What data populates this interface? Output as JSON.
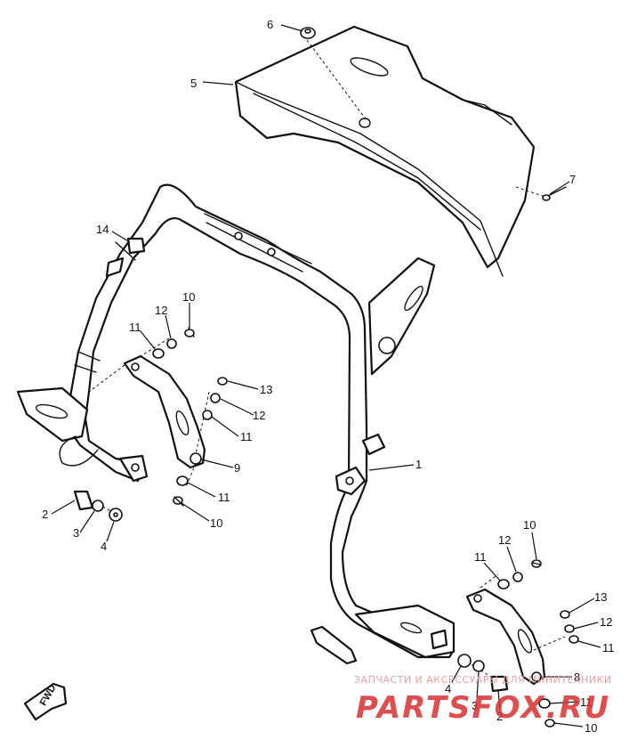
{
  "callouts": {
    "c1": "1",
    "c2a": "2",
    "c2b": "2",
    "c3a": "3",
    "c3b": "3",
    "c4a": "4",
    "c4b": "4",
    "c5": "5",
    "c6": "6",
    "c7": "7",
    "c8": "8",
    "c9": "9",
    "c10a": "10",
    "c10b": "10",
    "c10c": "10",
    "c10d": "10",
    "c11a": "11",
    "c11b": "11",
    "c11c": "11",
    "c11d": "11",
    "c11e": "11",
    "c11f": "11",
    "c12a": "12",
    "c12b": "12",
    "c12c": "12",
    "c12d": "12",
    "c13a": "13",
    "c13b": "13",
    "c14": "14"
  },
  "fwd_label": "FWD",
  "watermark": {
    "tagline": "ЗАПЧАСТИ И АКСЕССУАРЫ ДЛЯ МИНИТЕХНИКИ",
    "brand": "PARTSFOX.RU",
    "brand_color": "#d93030"
  },
  "icons": [
    "fwd-arrow-icon"
  ]
}
